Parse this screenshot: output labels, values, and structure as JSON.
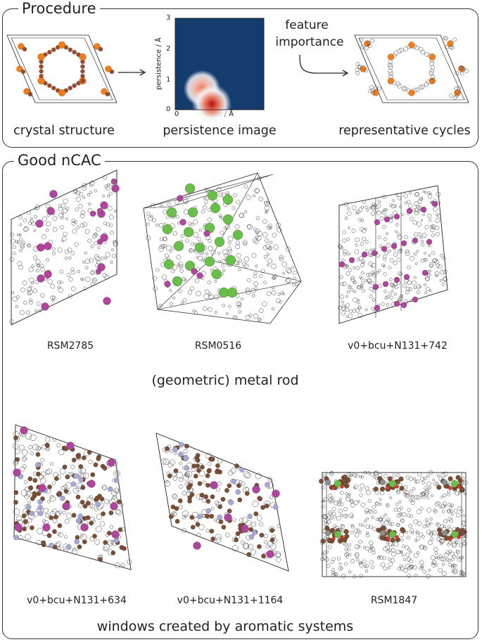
{
  "procedure": {
    "title": "Procedure",
    "steps": [
      "crystal structure",
      "persistence image",
      "representative cycles"
    ],
    "arrow_label_line1": "feature",
    "arrow_label_line2": "importance",
    "heatmap": {
      "y_axis_label": "persistence / Å",
      "x_axis_label": "birth / Å",
      "y_ticks": [
        "3",
        "2",
        "1",
        "0"
      ],
      "x_tick": "0",
      "colors": {
        "background": "#143d6e",
        "hot": "#b01212",
        "warm": "#e9775f",
        "glow": "#f5f5f8"
      }
    }
  },
  "good": {
    "title": "Good nCAC",
    "row1_names": [
      "RSM2785",
      "RSM0516",
      "v0+bcu+N131+742"
    ],
    "row1_caption": "(geometric) metal rod",
    "row2_names": [
      "v0+bcu+N131+634",
      "v0+bcu+N131+1164",
      "RSM1847"
    ],
    "row2_caption": "windows created by aromatic systems"
  },
  "colors": {
    "metal_magenta": "#b0459e",
    "metal_green": "#6abf4b",
    "aromatic_brown": "#7a4f35",
    "nitrogen_lilac": "#a7a8d8",
    "oxygen_red": "#d93a2c",
    "cycle_orange": "#f07e1f",
    "cycle_dark": "#9a4b2a"
  }
}
